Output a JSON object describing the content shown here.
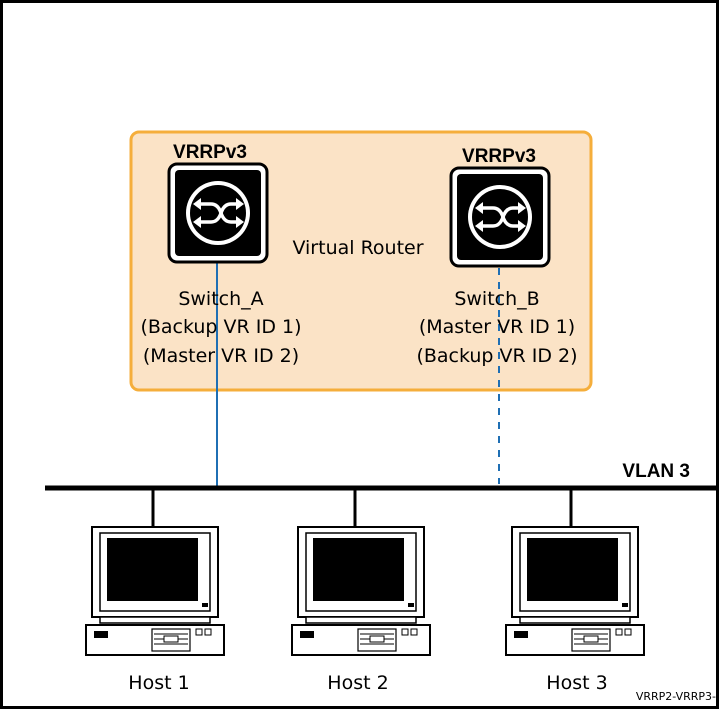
{
  "virtual_router": {
    "label": "Virtual Router",
    "fill_color": "#fbe3c6",
    "border_color": "#f5ae3b"
  },
  "switches": [
    {
      "protocol": "VRRPv3",
      "name": "Switch_A",
      "role_1": "(Backup VR ID 1)",
      "role_2": "(Master VR ID 2)",
      "link_style": "solid",
      "icon": "switch-icon"
    },
    {
      "protocol": "VRRPv3",
      "name": "Switch_B",
      "role_1": "(Master VR ID 1)",
      "role_2": "(Backup VR ID 2)",
      "link_style": "dashed",
      "icon": "switch-icon"
    }
  ],
  "link_color": "#1f6fb4",
  "vlan": {
    "label": "VLAN 3"
  },
  "hosts": [
    {
      "label": "Host 1",
      "icon": "computer-icon"
    },
    {
      "label": "Host 2",
      "icon": "computer-icon"
    },
    {
      "label": "Host 3",
      "icon": "computer-icon"
    }
  ],
  "figure_id": "VRRP2-VRRP3-"
}
